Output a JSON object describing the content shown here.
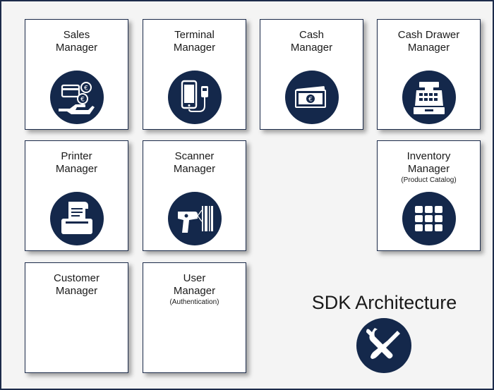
{
  "cards": {
    "sales": {
      "line1": "Sales",
      "line2": "Manager",
      "icon": "payment-hand-icon"
    },
    "terminal": {
      "line1": "Terminal",
      "line2": "Manager",
      "icon": "phone-card-reader-icon"
    },
    "cash": {
      "line1": "Cash",
      "line2": "Manager",
      "icon": "banknotes-icon"
    },
    "drawer": {
      "line1": "Cash Drawer",
      "line2": "Manager",
      "icon": "cash-register-icon"
    },
    "printer": {
      "line1": "Printer",
      "line2": "Manager",
      "icon": "receipt-printer-icon"
    },
    "scanner": {
      "line1": "Scanner",
      "line2": "Manager",
      "icon": "barcode-scanner-icon"
    },
    "inventory": {
      "line1": "Inventory",
      "line2": "Manager",
      "sub": "(Product Catalog)",
      "icon": "inventory-grid-icon"
    },
    "customer": {
      "line1": "Customer",
      "line2": "Manager"
    },
    "user": {
      "line1": "User",
      "line2": "Manager",
      "sub": "(Authentication)"
    }
  },
  "architecture": {
    "title": "SDK Architecture",
    "icon": "tools-icon"
  },
  "colors": {
    "badge": "#14284b",
    "border": "#1c2b4a",
    "background": "#f4f4f4"
  }
}
